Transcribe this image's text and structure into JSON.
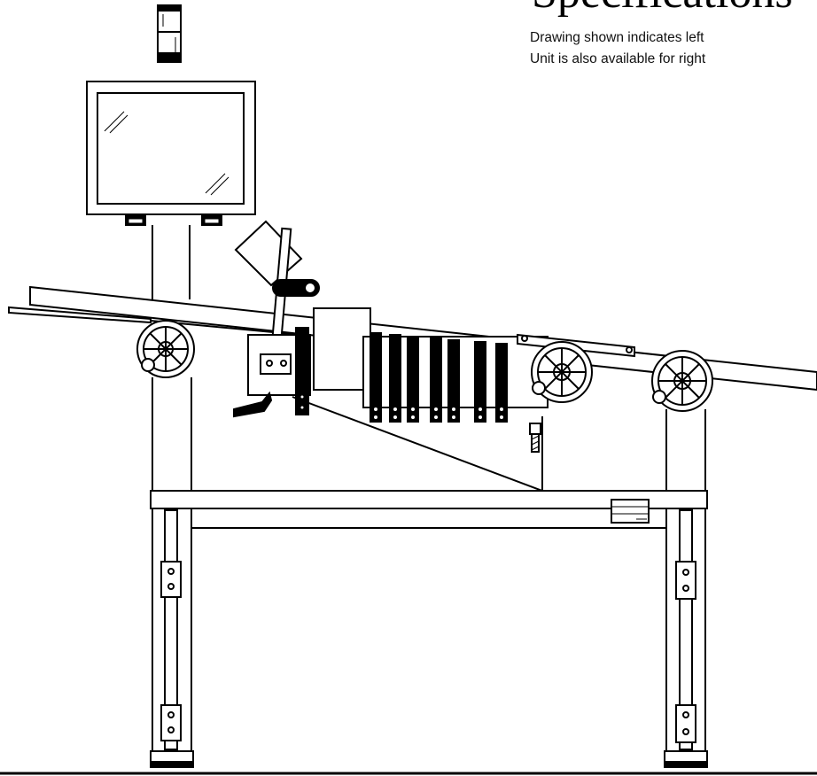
{
  "title_fragment": "Specifications",
  "notes": [
    "Drawing shown indicates left",
    "Unit is also available for right"
  ],
  "components": {
    "status_light": "tower-light",
    "monitor": "display-monitor",
    "conveyor": "inclined-conveyor-rail",
    "wheels": [
      "handwheel-left",
      "handwheel-center-right",
      "handwheel-far-right"
    ],
    "legs": [
      "leg-left",
      "leg-right"
    ],
    "crossbar": "table-crossbar"
  },
  "colors": {
    "line": "#000000",
    "background": "#ffffff"
  }
}
